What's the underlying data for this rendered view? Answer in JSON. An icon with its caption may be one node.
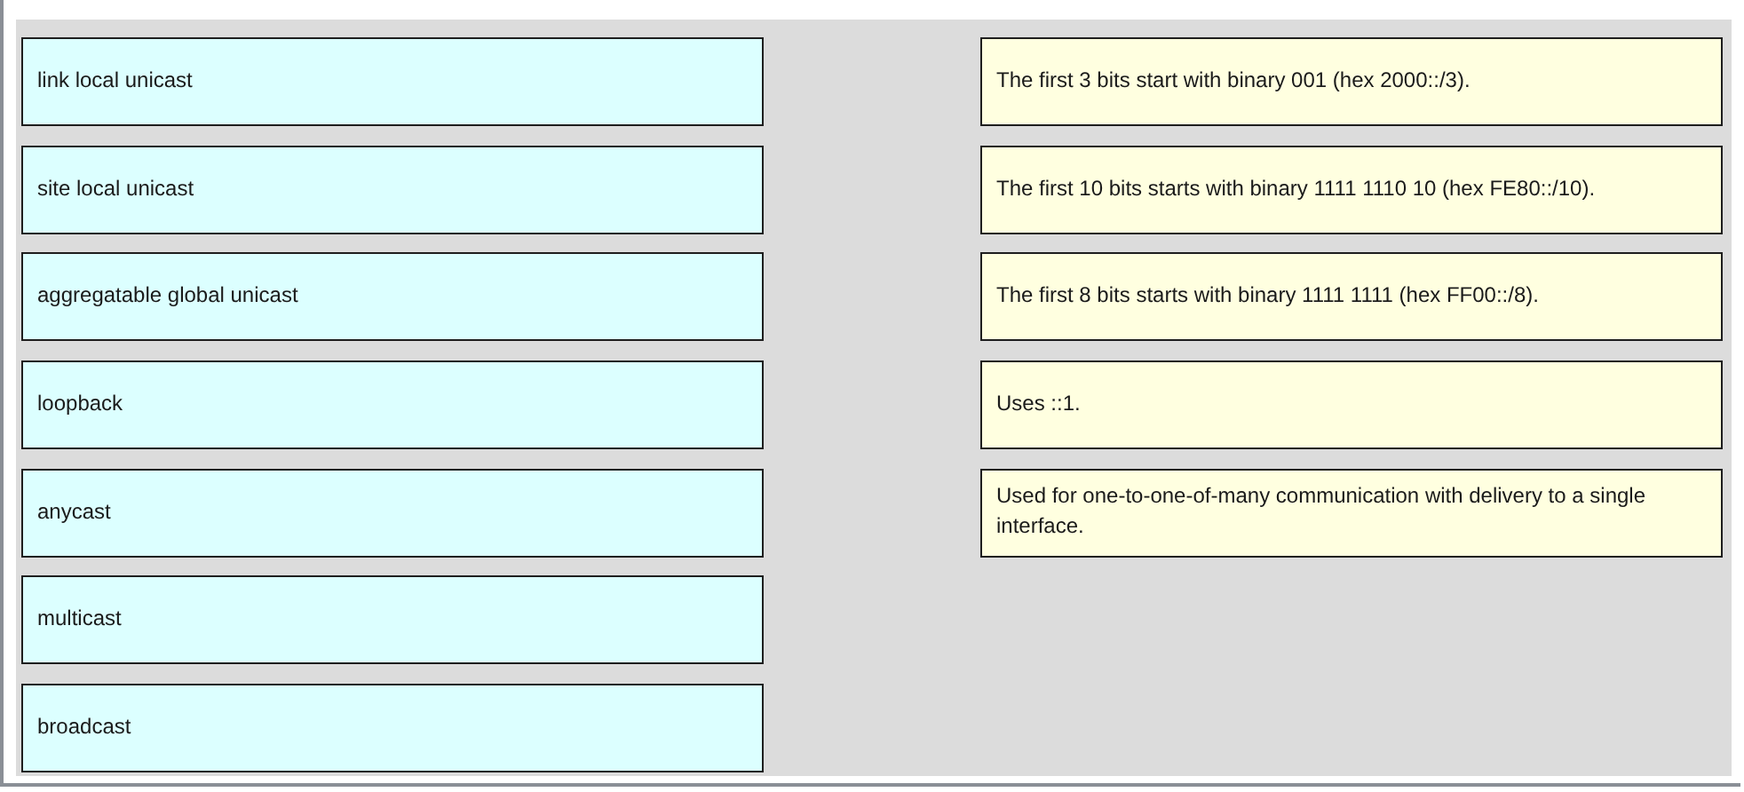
{
  "diagram": {
    "nodes": [
      {
        "text": [
          "link local unicast"
        ]
      },
      {
        "text": [
          "site local unicast"
        ]
      },
      {
        "text": [
          "aggregatable global unicast"
        ]
      },
      {
        "text": [
          "loopback"
        ]
      },
      {
        "text": [
          "anycast"
        ]
      },
      {
        "text": [
          "multicast"
        ]
      },
      {
        "text": [
          "broadcast"
        ]
      },
      {
        "text": [
          "The first 3 bits start with binary 001 (hex 2000::/3)."
        ]
      },
      {
        "text": [
          "The first 10 bits starts with binary 1111 1110 10 (hex FE80::/10)."
        ]
      },
      {
        "text": [
          "The first 8 bits starts with binary 1111 1111 (hex FF00::/8)."
        ]
      },
      {
        "text": [
          "Uses ::1."
        ]
      },
      {
        "text": [
          "Used for one-to-one-of-many communication with delivery to a single interface."
        ]
      }
    ]
  }
}
